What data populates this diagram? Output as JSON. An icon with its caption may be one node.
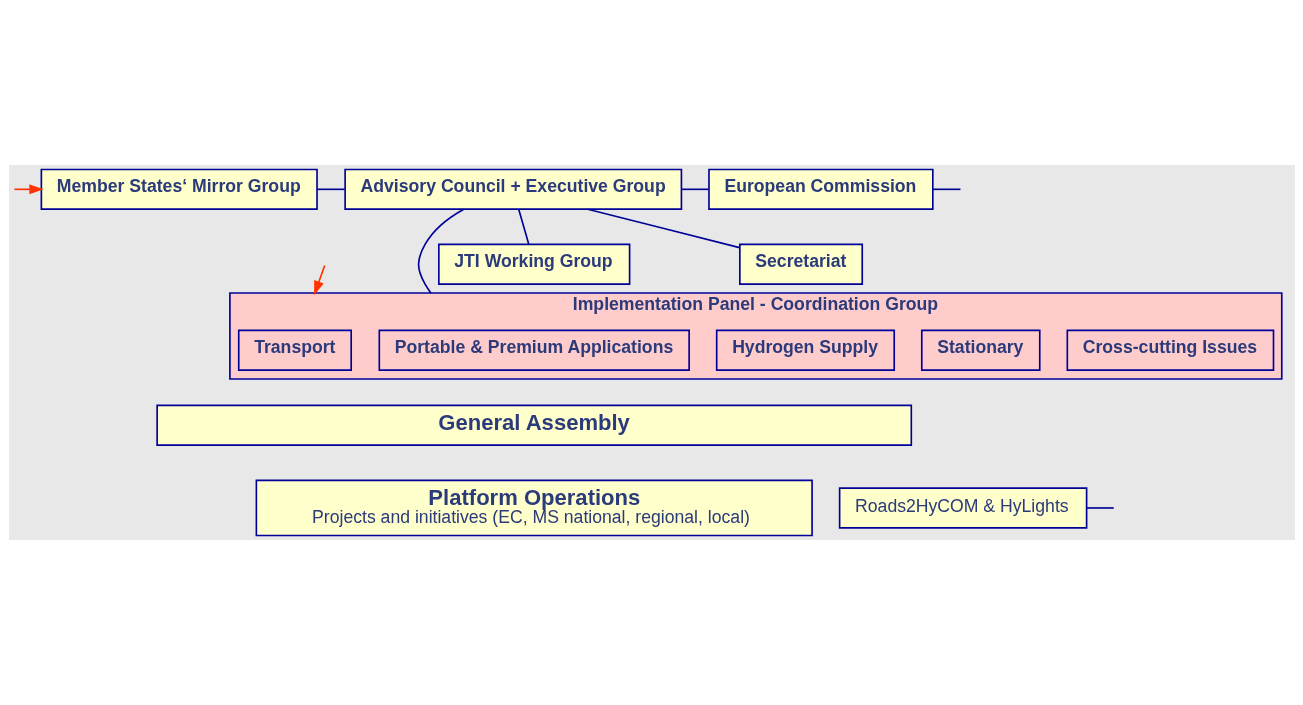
{
  "diagram": {
    "nodes": [
      {
        "text": [
          "Member States‘ Mirror Group"
        ]
      },
      {
        "text": [
          "Advisory Council + Executive Group"
        ]
      },
      {
        "text": [
          "European Commission"
        ]
      },
      {
        "text": [
          "JTI Working Group"
        ]
      },
      {
        "text": [
          "Secretariat"
        ]
      },
      {
        "text": [
          "Implementation Panel - Coordination Group"
        ]
      },
      {
        "text": [
          "Transport"
        ],
        "in": 5
      },
      {
        "text": [
          "Stationary"
        ],
        "in": 5
      },
      {
        "text": [
          "Portable & Premium Applications"
        ],
        "in": 5
      },
      {
        "text": [
          "Hydrogen Supply"
        ],
        "in": 5
      },
      {
        "text": [
          "Cross-cutting Issues"
        ],
        "in": 5
      },
      {
        "text": [
          "General Assembly"
        ]
      },
      {
        "text": [
          "Platform Operations",
          "Projects and initiatives (EC, MS national, regional, local)"
        ]
      },
      {
        "text": [
          "Roads2HyCOM & HyLights"
        ]
      }
    ],
    "edges": [
      {
        "from": 0,
        "to": 1,
        "arrow": "none"
      },
      {
        "from": 1,
        "to": 2,
        "arrow": "none"
      },
      {
        "from": 1,
        "to": 3,
        "arrow": "none"
      },
      {
        "from": 1,
        "to": 4,
        "arrow": "none"
      },
      {
        "from": 1,
        "to": 5,
        "arrow": "none"
      },
      {
        "from": null,
        "to": 0,
        "arrow": "to",
        "color": "#ff3300"
      },
      {
        "from": null,
        "to": 5,
        "arrow": "to",
        "color": "#ff3300"
      },
      {
        "from": 2,
        "to": null,
        "arrow": "none"
      },
      {
        "from": 13,
        "to": null,
        "arrow": "none"
      }
    ]
  }
}
